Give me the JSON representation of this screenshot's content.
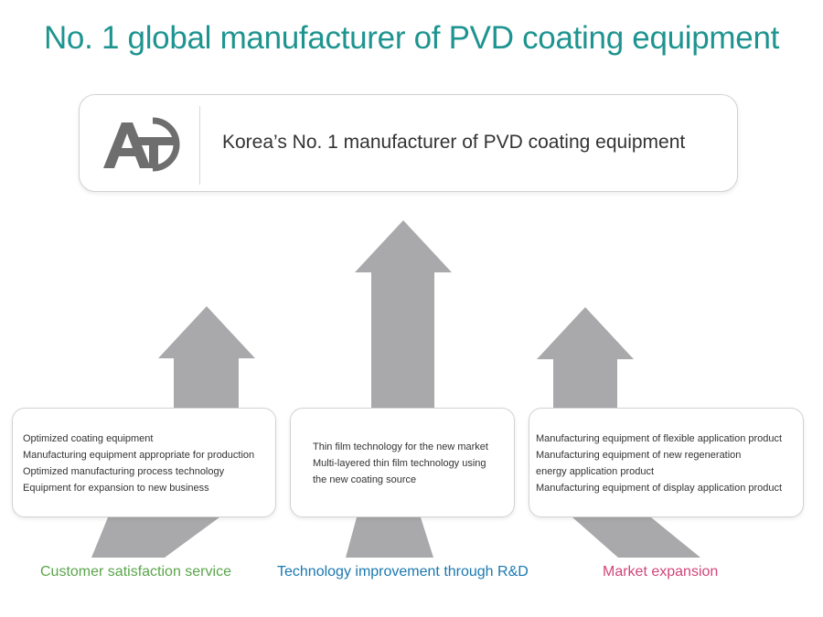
{
  "title": "No. 1 global manufacturer of PVD coating equipment",
  "top_box": {
    "logo_text": "AT",
    "text": "Korea’s No. 1 manufacturer of PVD coating equipment"
  },
  "columns": [
    {
      "items": [
        "Optimized coating equipment",
        "Manufacturing equipment appropriate for production",
        "Optimized manufacturing process technology",
        "Equipment for expansion to new business"
      ],
      "label": "Customer satisfaction service",
      "label_color": "#5aa54a"
    },
    {
      "items": [
        "Thin film technology for the new market",
        "Multi-layered thin film technology using",
        "the new coating source"
      ],
      "label": "Technology improvement through R&D",
      "label_color": "#1a78b0"
    },
    {
      "items": [
        "Manufacturing equipment of flexible application product",
        "Manufacturing equipment of new regeneration",
        "energy application product",
        "Manufacturing equipment of display application product"
      ],
      "label": "Market expansion",
      "label_color": "#d14577"
    }
  ],
  "colors": {
    "title": "#1e9490",
    "arrow": "#a9a9ab",
    "logo": "#6e6e6e"
  }
}
